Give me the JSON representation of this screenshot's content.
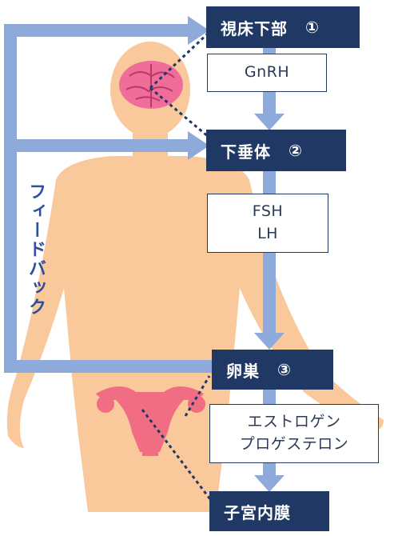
{
  "nodes": {
    "hypothalamus": {
      "label": "視床下部",
      "number": "①"
    },
    "pituitary": {
      "label": "下垂体",
      "number": "②"
    },
    "ovary": {
      "label": "卵巣",
      "number": "③"
    },
    "endometrium": {
      "label": "子宮内膜"
    }
  },
  "hormones": {
    "gnrh": [
      "GnRH"
    ],
    "gonadotropins": [
      "FSH",
      "LH"
    ],
    "ovarian": [
      "エストロゲン",
      "プロゲステロン"
    ]
  },
  "feedback_label": "フィードバック",
  "colors": {
    "node_bg": "#1f3864",
    "arrow": "#8eaadb",
    "skin": "#f9c89b",
    "brain": "#f06d9a",
    "uterus": "#f06d84"
  }
}
